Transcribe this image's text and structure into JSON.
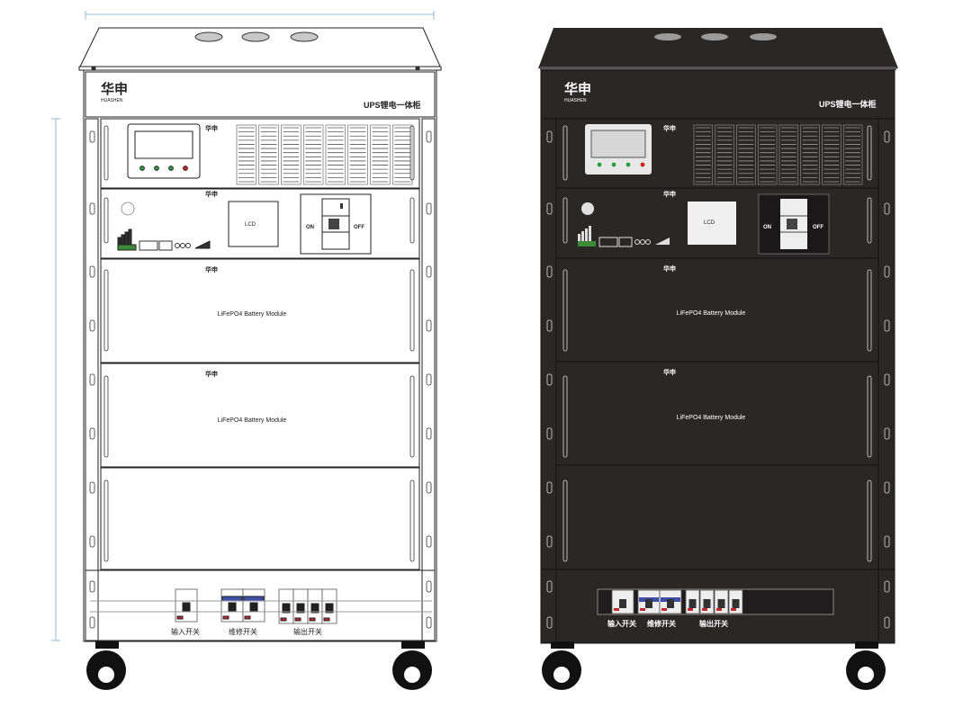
{
  "brand": {
    "cn": "华申",
    "en": "HUASHEN"
  },
  "product_title": "UPS锂电一体柜",
  "controller": {
    "lcd_label": "LCD",
    "switch_on": "ON",
    "switch_off": "OFF",
    "indicator_colors": [
      "#2e9e3e",
      "#2e9e3e",
      "#2e9e3e",
      "#d22020"
    ]
  },
  "battery_module_label": "LiFePO4 Battery Module",
  "switch_labels": {
    "input": "输入开关",
    "maintenance": "维修开关",
    "output": "输出开关"
  },
  "colors": {
    "cabinet_dark": "#2a2727",
    "cabinet_light": "#ffffff",
    "accent_blue": "#3d4fa8",
    "accent_red": "#c0282a",
    "dimension_line": "#7aa9c9"
  }
}
